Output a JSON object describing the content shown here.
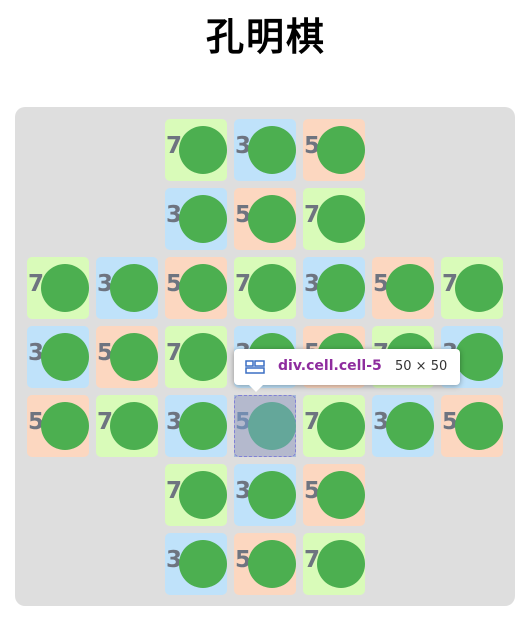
{
  "title": "孔明棋",
  "colors": {
    "c3": "#bfe2fa",
    "c5": "#fcd7c0",
    "c7": "#d9fbb9",
    "peg": "#4caf50",
    "board": "#dedede"
  },
  "board": {
    "rows": [
      [
        null,
        null,
        "7",
        "3",
        "5",
        null,
        null
      ],
      [
        null,
        null,
        "3",
        "5",
        "7",
        null,
        null
      ],
      [
        "7",
        "3",
        "5",
        "7",
        "3",
        "5",
        "7"
      ],
      [
        "3",
        "5",
        "7",
        "3",
        "5",
        "7",
        "3"
      ],
      [
        "5",
        "7",
        "3",
        "5",
        "7",
        "3",
        "5"
      ],
      [
        null,
        null,
        "7",
        "3",
        "5",
        null,
        null
      ],
      [
        null,
        null,
        "3",
        "5",
        "7",
        null,
        null
      ]
    ],
    "pegs": [
      [
        null,
        null,
        true,
        true,
        true,
        null,
        null
      ],
      [
        null,
        null,
        true,
        true,
        true,
        null,
        null
      ],
      [
        true,
        true,
        true,
        true,
        true,
        true,
        true
      ],
      [
        true,
        true,
        true,
        true,
        true,
        true,
        true
      ],
      [
        true,
        true,
        true,
        true,
        true,
        true,
        true
      ],
      [
        null,
        null,
        true,
        true,
        true,
        null,
        null
      ],
      [
        null,
        null,
        true,
        true,
        true,
        null,
        null
      ]
    ]
  },
  "inspector": {
    "element": "div.cell.cell-5",
    "size": "50 × 50",
    "icon": "layout-grid-icon"
  }
}
